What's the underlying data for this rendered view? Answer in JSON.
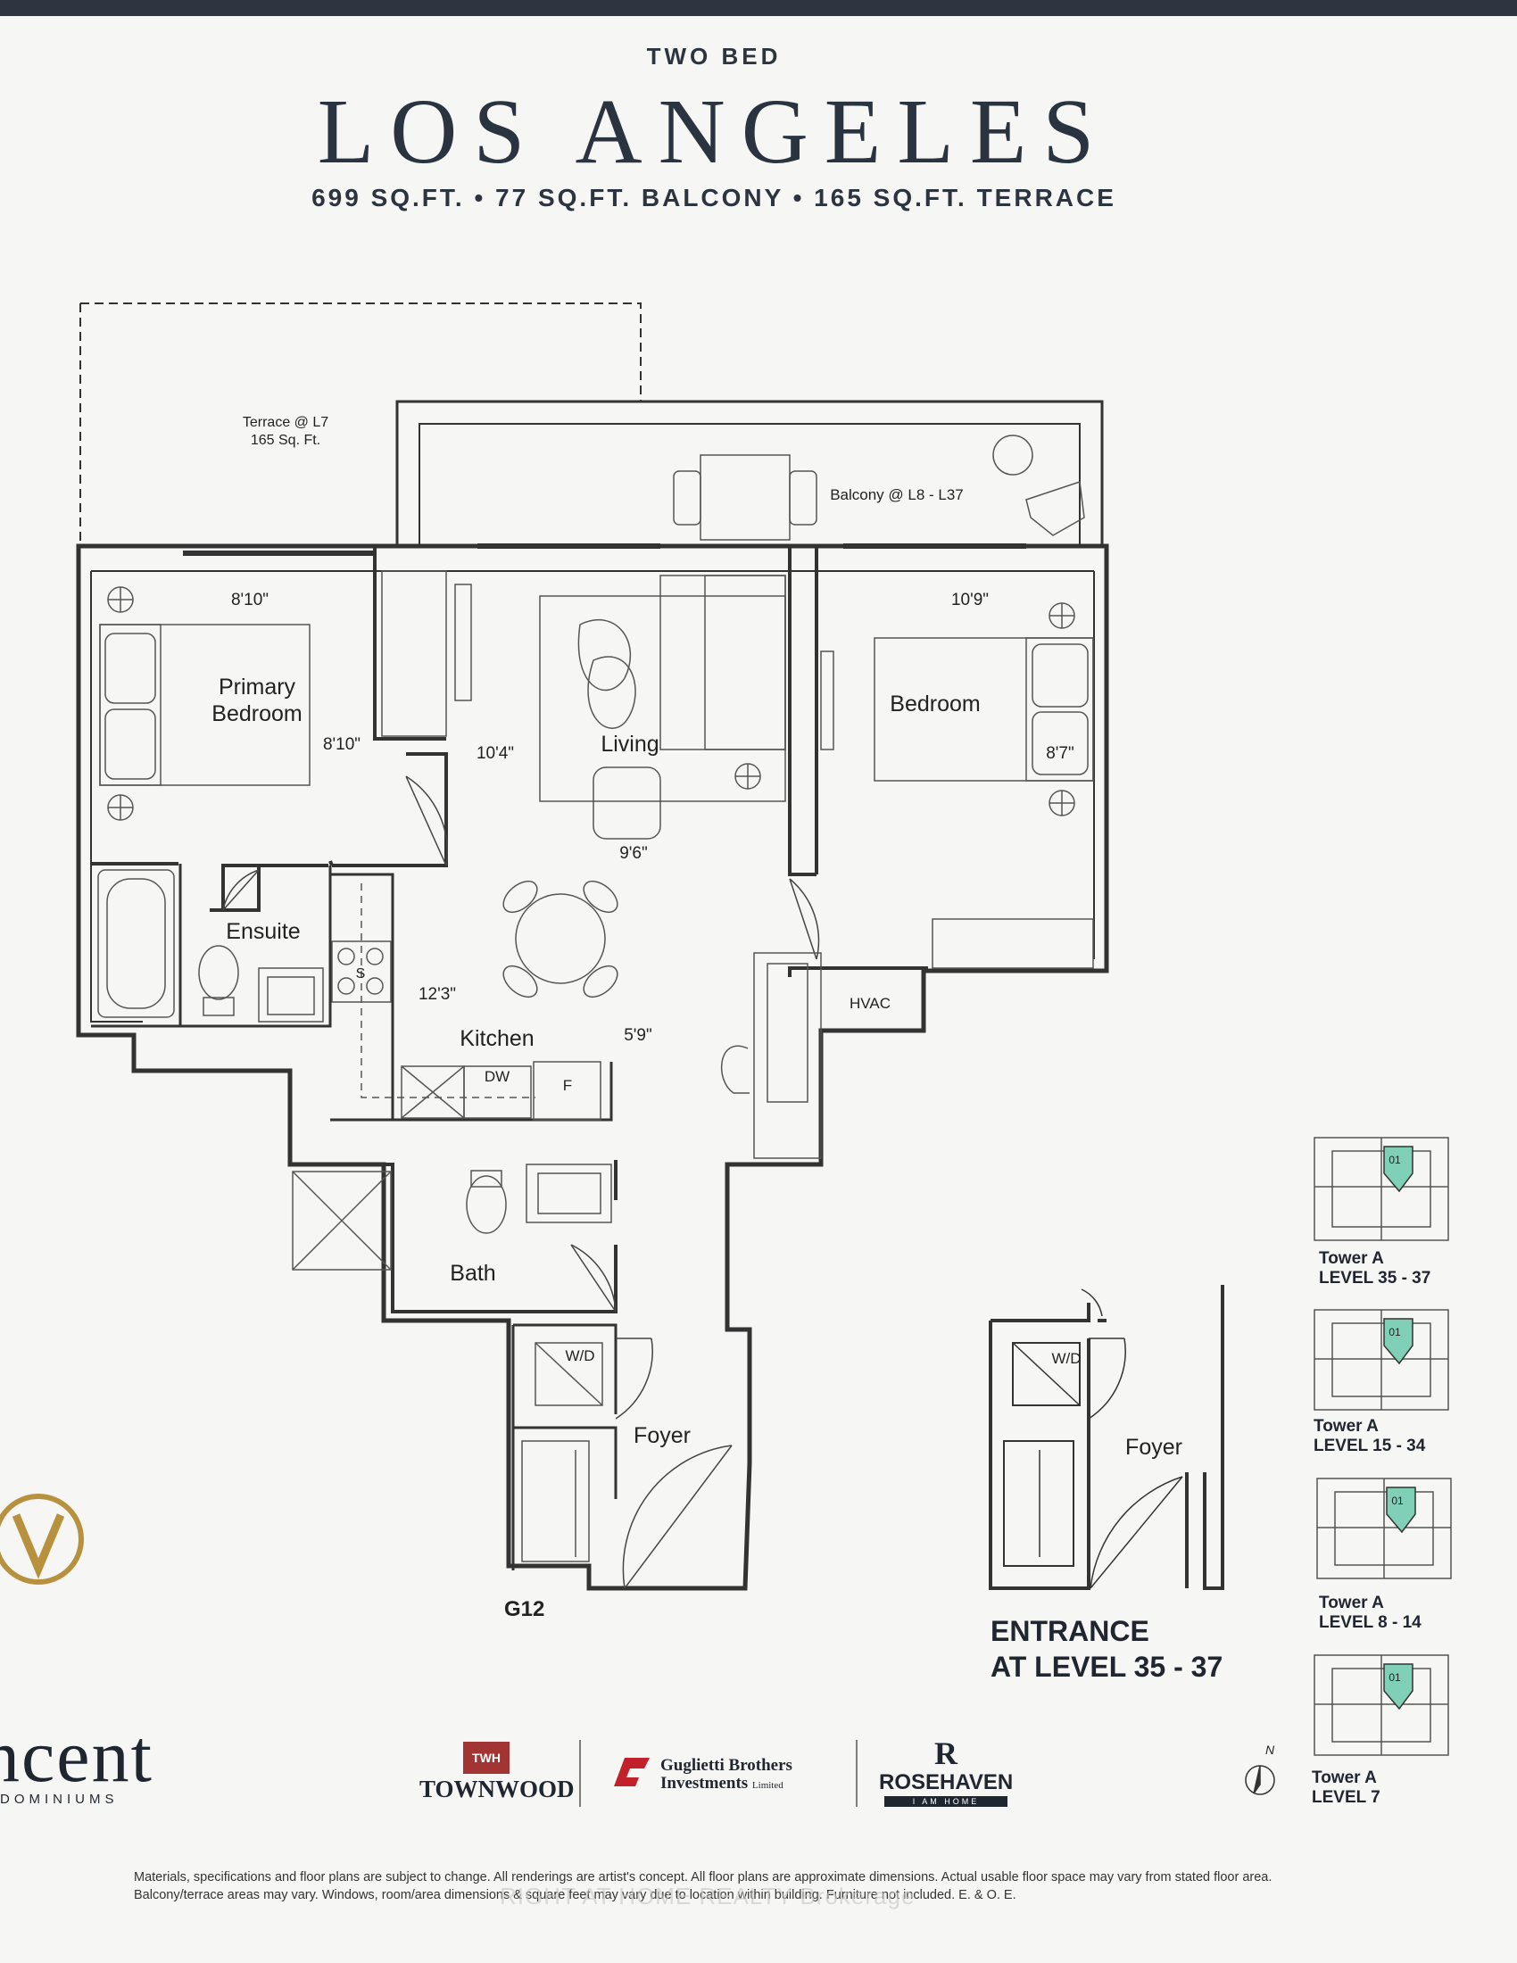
{
  "header": {
    "subtitle": "TWO BED",
    "title": "LOS ANGELES",
    "areas": "699 SQ.FT. • 77 SQ.FT. BALCONY • 165 SQ.FT. TERRACE"
  },
  "plan": {
    "terrace": [
      "Terrace @ L7",
      "165 Sq. Ft."
    ],
    "balcony": "Balcony @ L8 - L37",
    "primary_bedroom": [
      "Primary",
      "Bedroom"
    ],
    "bedroom": "Bedroom",
    "living": "Living",
    "ensuite": "Ensuite",
    "kitchen": "Kitchen",
    "bath": "Bath",
    "foyer": "Foyer",
    "hvac": "HVAC",
    "stove": "S",
    "dishwasher": "DW",
    "fridge": "F",
    "washer_dryer": "W/D",
    "dims": {
      "primary_w": "8'10\"",
      "primary_h": "8'10\"",
      "closet": "10'4\"",
      "living_w": "9'6\"",
      "bedroom_w": "10'9\"",
      "bedroom_h": "8'7\"",
      "kitchen": "12'3\"",
      "kitchen_w": "5'9\""
    },
    "unit_code": "G12"
  },
  "entrance_inset": {
    "foyer": "Foyer",
    "washer_dryer": "W/D",
    "label": [
      "ENTRANCE",
      "AT LEVEL 35 - 37"
    ]
  },
  "key_plans": [
    {
      "unit": "01",
      "tower": "Tower A",
      "level": "LEVEL 35 - 37"
    },
    {
      "unit": "01",
      "tower": "Tower A",
      "level": "LEVEL 15 - 34"
    },
    {
      "unit": "01",
      "tower": "Tower A",
      "level": "LEVEL 8 - 14"
    },
    {
      "unit": "01",
      "tower": "Tower A",
      "level": "LEVEL 7"
    }
  ],
  "north": "N",
  "brand": {
    "word": "ncent",
    "sub": "DOMINIUMS"
  },
  "logos": {
    "townwood_badge": "TWH",
    "townwood": "TOWNWOOD",
    "guglietti_line1": "Guglietti Brothers",
    "guglietti_line2": "Investments",
    "guglietti_line3": "Limited",
    "rosehaven": "ROSEHAVEN",
    "rosehaven_tag": "I AM HOME"
  },
  "disclaimer": "Materials, specifications and floor plans are subject to change. All renderings are artist's concept. All floor plans are approximate dimensions. Actual usable floor space may vary from stated floor area. Balcony/terrace areas may vary. Windows, room/area dimensions & square feet may vary due to location within building. Furniture not included. E. & O. E.",
  "watermark": "RIGHT AT HOME REALTY Brokerage",
  "colors": {
    "ink": "#2a3340",
    "highlight": "#7fd0b6",
    "gold": "#b8913f"
  }
}
